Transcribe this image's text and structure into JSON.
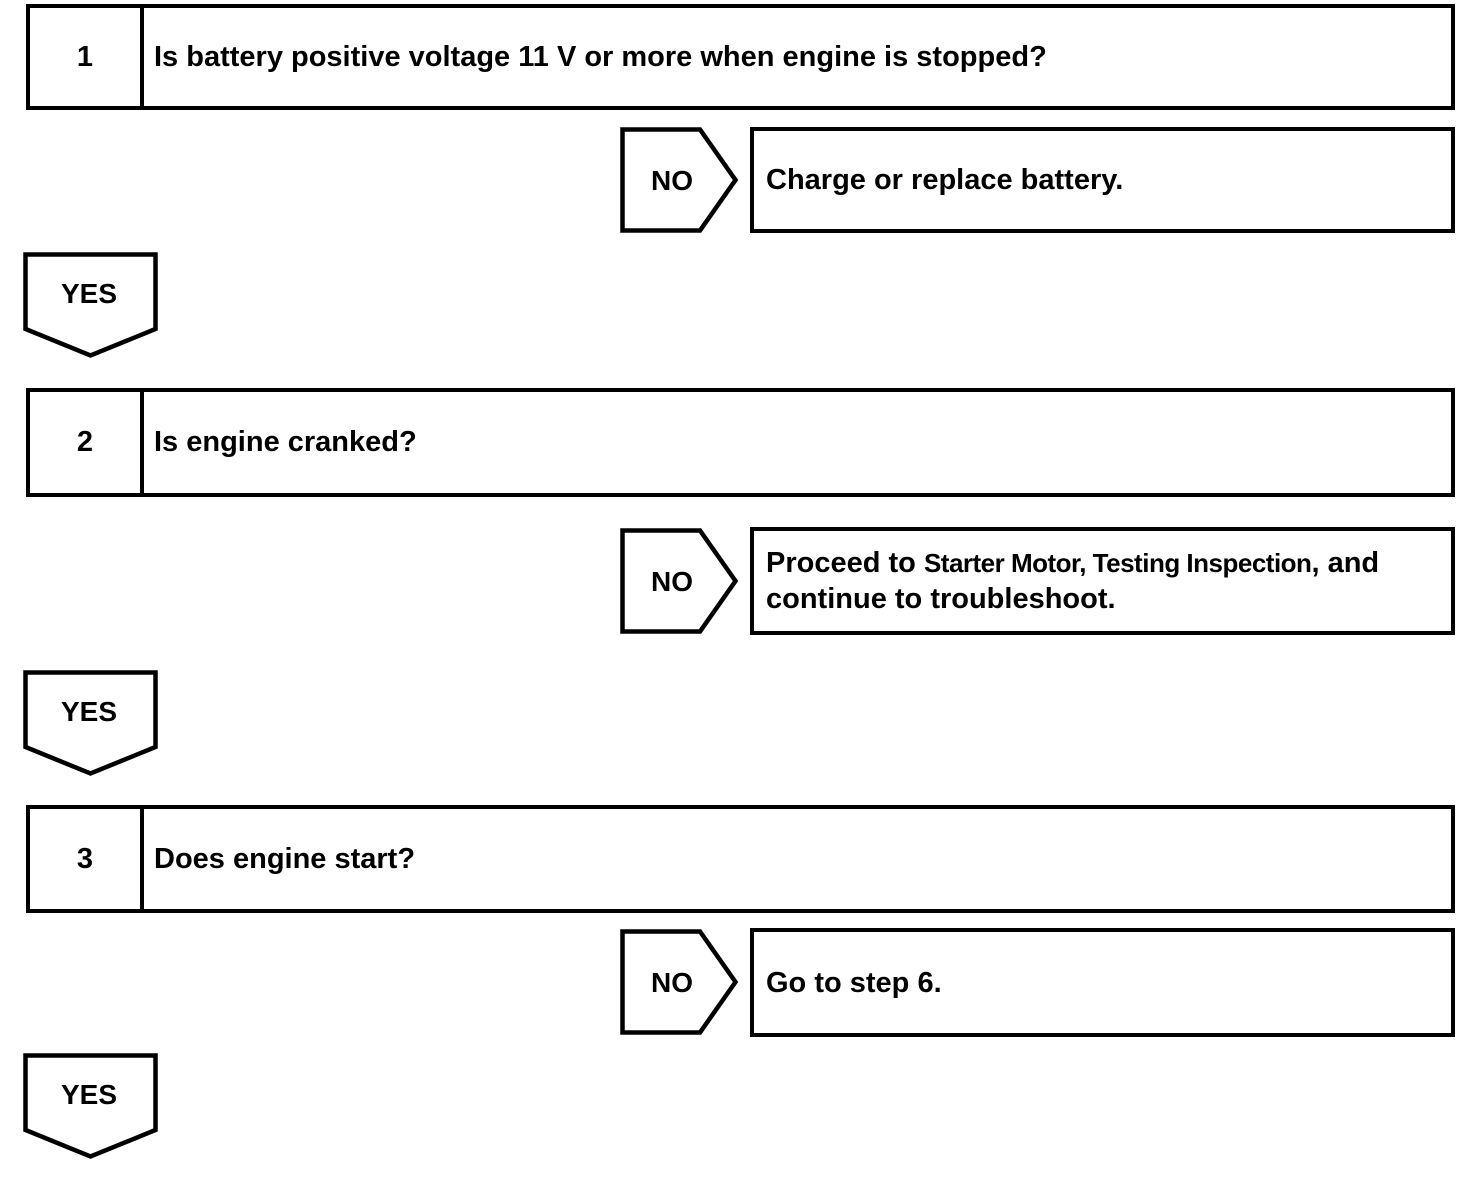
{
  "flowchart": {
    "colors": {
      "line": "#000000",
      "background": "#ffffff",
      "text": "#000000"
    },
    "steps": [
      {
        "number": "1",
        "question": "Is battery positive voltage 11 V or more when engine is stopped?",
        "no": {
          "label": "NO",
          "result": "Charge or replace battery."
        },
        "yes": {
          "label": "YES"
        }
      },
      {
        "number": "2",
        "question": "Is engine cranked?",
        "no": {
          "label": "NO",
          "result_prefix": "Proceed to ",
          "result_ref": "Starter Motor, Testing Inspection",
          "result_suffix": ", and",
          "result_line2": "continue to troubleshoot."
        },
        "yes": {
          "label": "YES"
        }
      },
      {
        "number": "3",
        "question": "Does engine start?",
        "no": {
          "label": "NO",
          "result": "Go to step 6."
        },
        "yes": {
          "label": "YES"
        }
      }
    ]
  }
}
